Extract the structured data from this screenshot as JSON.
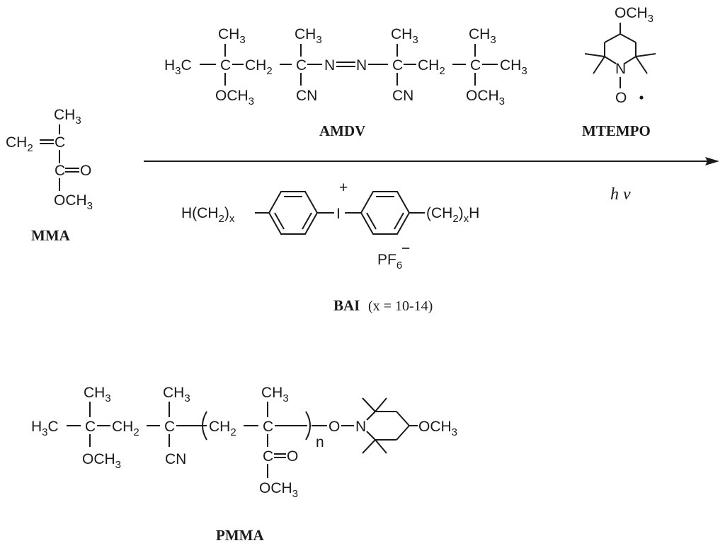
{
  "mma": {
    "ch3": "CH3",
    "ch2": "CH2",
    "c": "C",
    "o": "O",
    "och3": "OCH3",
    "label": "MMA"
  },
  "amdv": {
    "h3c": "H3C",
    "c": "C",
    "ch3": "CH3",
    "ch2": "CH2",
    "och3": "OCH3",
    "cn": "CN",
    "azo_n": "N",
    "label": "AMDV"
  },
  "mtempo": {
    "och3": "OCH3",
    "n": "N",
    "o": "O",
    "label": "MTEMPO"
  },
  "bai": {
    "left_chain": "H(CH2)x",
    "iodine": "I",
    "charge": "+",
    "right_chain": "(CH2)xH",
    "counterion": "PF6",
    "counterion_charge": "−",
    "label": "BAI",
    "condition": "(x = 10-14)"
  },
  "reaction": {
    "condition": "h ν"
  },
  "pmma": {
    "h3c": "H3C",
    "c": "C",
    "ch3": "CH3",
    "ch2": "CH2",
    "och3": "OCH3",
    "cn": "CN",
    "o": "O",
    "n": "N",
    "repeat": "n",
    "label": "PMMA"
  }
}
